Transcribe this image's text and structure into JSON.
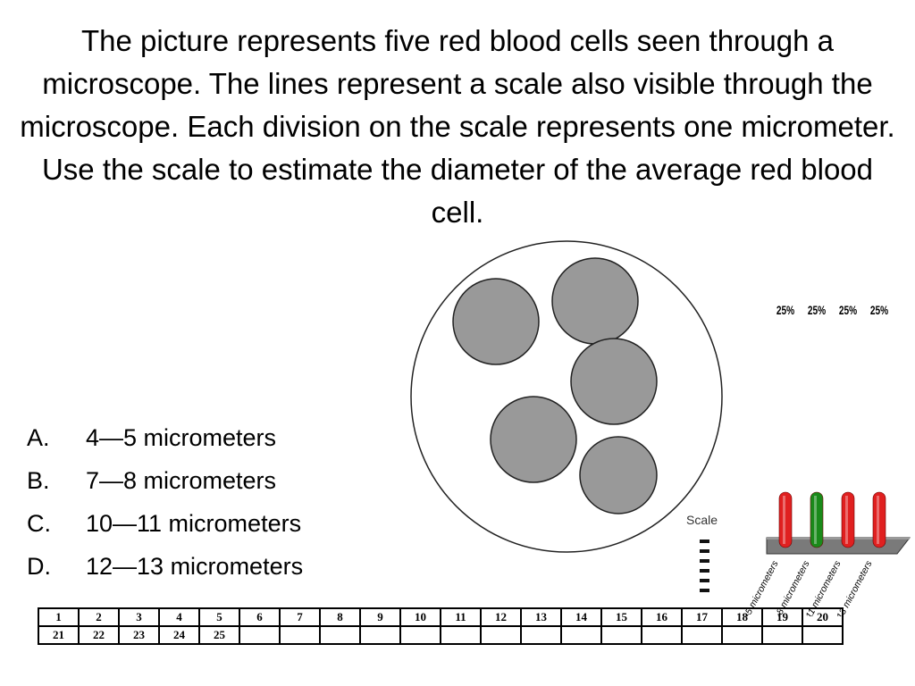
{
  "question": {
    "text": "The picture represents five red blood cells seen through a microscope. The lines represent a scale also visible through the microscope. Each division on the scale represents one micrometer. Use the scale to estimate the diameter of the average red blood cell."
  },
  "answers": [
    {
      "letter": "A.",
      "text": "4—5 micrometers"
    },
    {
      "letter": "B.",
      "text": "7—8 micrometers"
    },
    {
      "letter": "C.",
      "text": "10—11 micrometers"
    },
    {
      "letter": "D.",
      "text": "12—13 micrometers"
    }
  ],
  "diagram": {
    "scale_label": "Scale",
    "cell_color": "#999999"
  },
  "chart_data": {
    "type": "bar",
    "categories": [
      "4—5 micrometers",
      "7—8 micrometers",
      "10—11 micrometers",
      "12—13 micrometers"
    ],
    "values": [
      25,
      25,
      25,
      25
    ],
    "data_labels": [
      "25%",
      "25%",
      "25%",
      "25%"
    ],
    "colors": [
      "#e02020",
      "#1a8a1a",
      "#e02020",
      "#e02020"
    ],
    "ylim": [
      0,
      100
    ],
    "grid": false
  },
  "response_grid": {
    "rows": [
      [
        "1",
        "2",
        "3",
        "4",
        "5",
        "6",
        "7",
        "8",
        "9",
        "10",
        "11",
        "12",
        "13",
        "14",
        "15",
        "16",
        "17",
        "18",
        "19",
        "20"
      ],
      [
        "21",
        "22",
        "23",
        "24",
        "25",
        "",
        "",
        "",
        "",
        "",
        "",
        "",
        "",
        "",
        "",
        "",
        "",
        "",
        "",
        ""
      ]
    ]
  }
}
